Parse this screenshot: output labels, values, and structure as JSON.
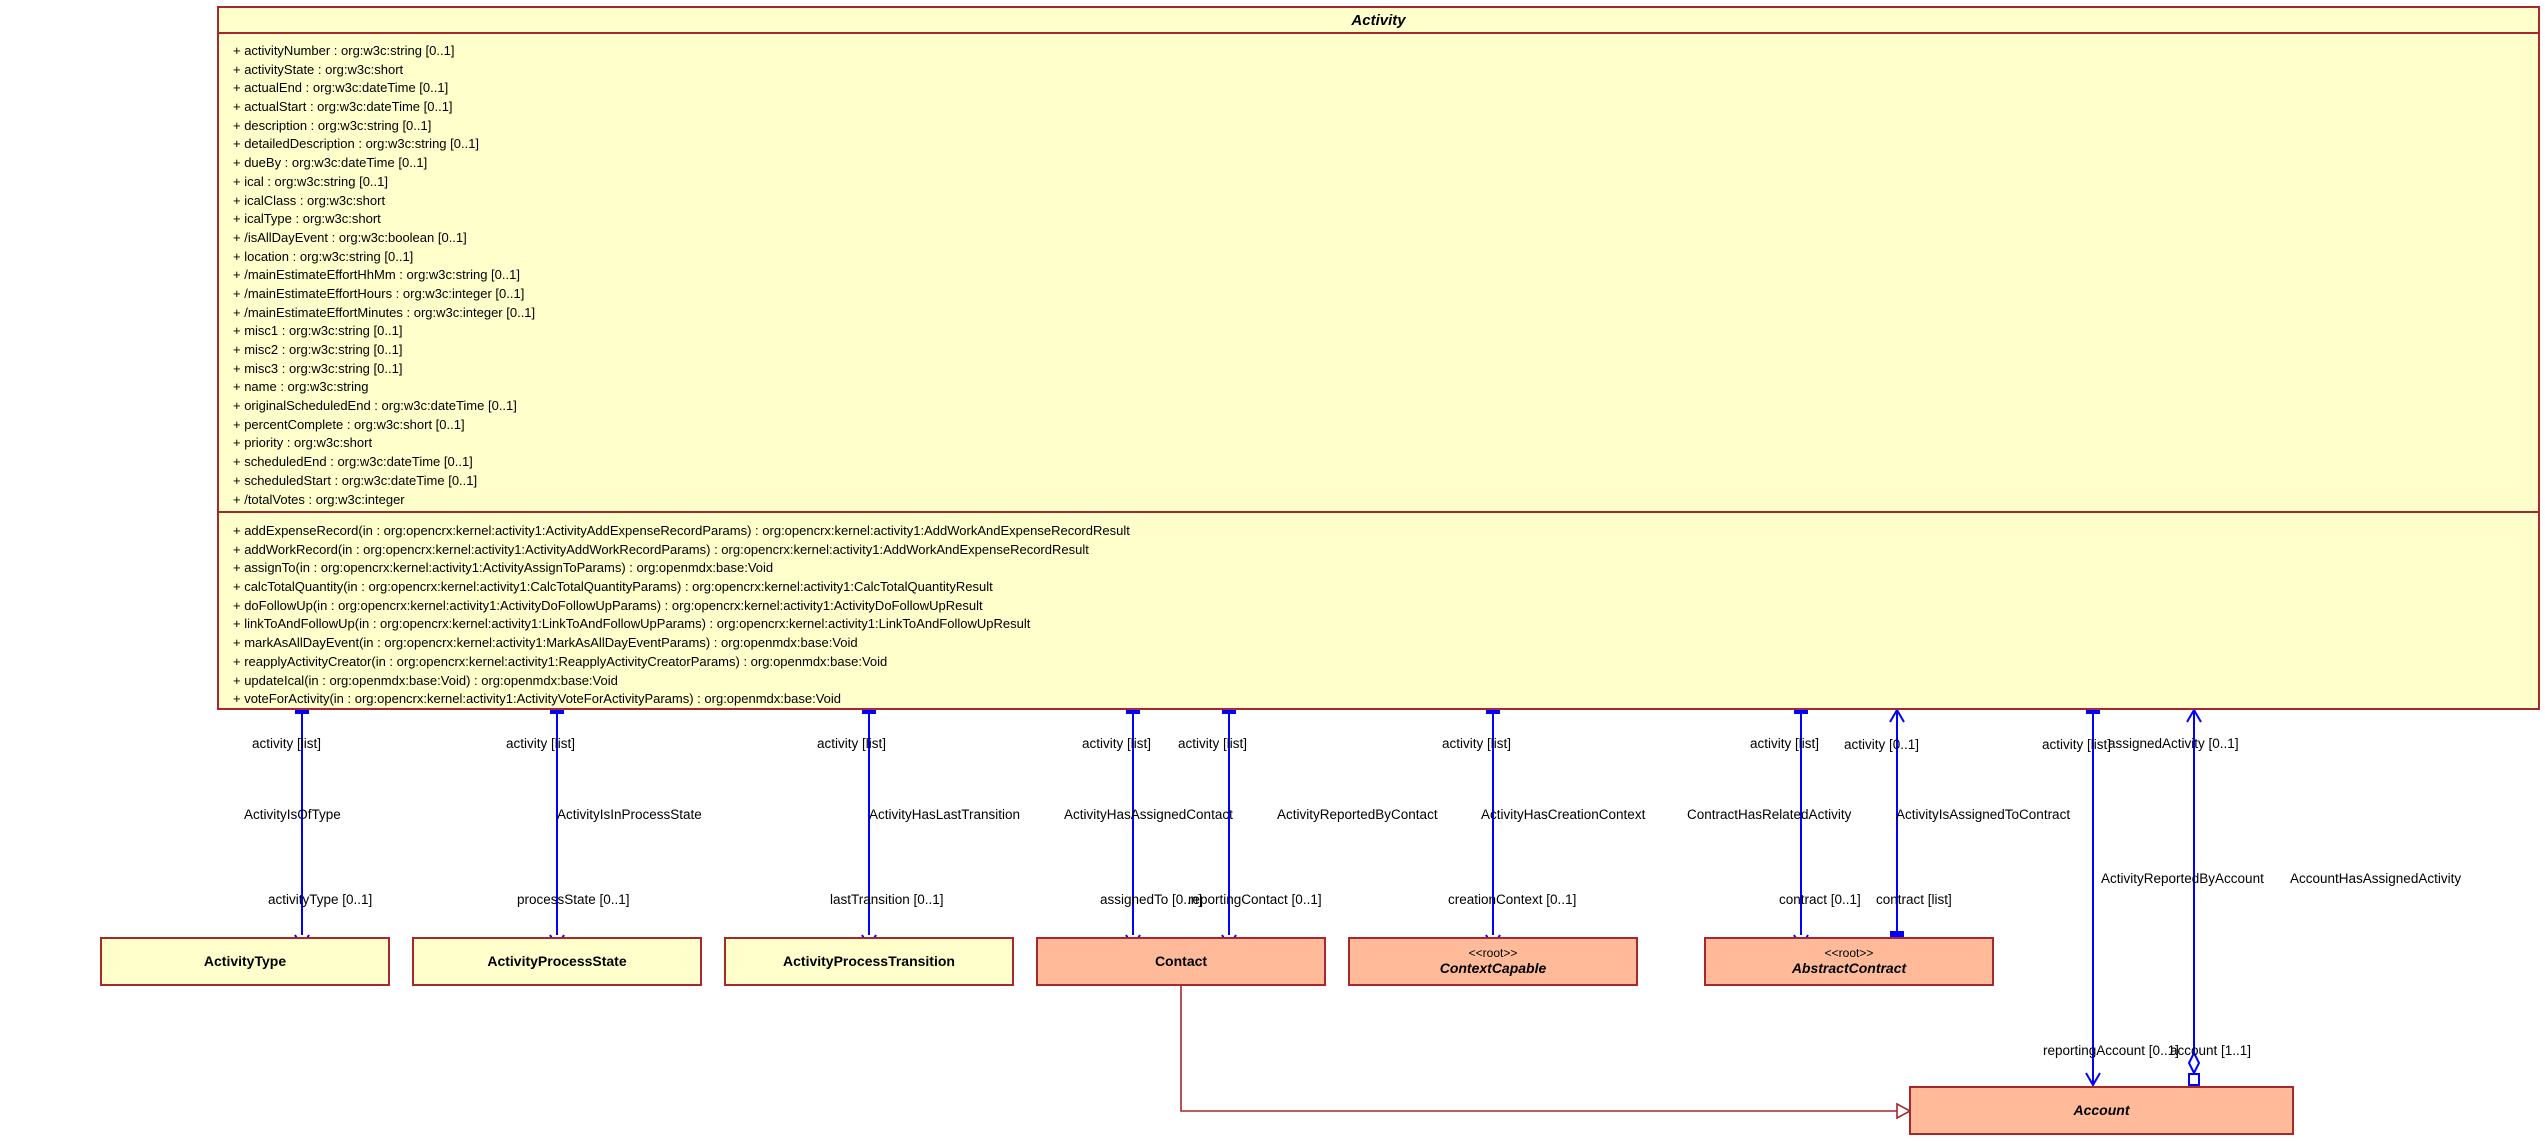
{
  "activity": {
    "name": "Activity",
    "attributes": [
      "+ activityNumber : org:w3c:string [0..1]",
      "+ activityState : org:w3c:short",
      "+ actualEnd : org:w3c:dateTime [0..1]",
      "+ actualStart : org:w3c:dateTime [0..1]",
      "+ description : org:w3c:string [0..1]",
      "+ detailedDescription : org:w3c:string [0..1]",
      "+ dueBy : org:w3c:dateTime [0..1]",
      "+ ical : org:w3c:string [0..1]",
      "+ icalClass : org:w3c:short",
      "+ icalType : org:w3c:short",
      "+ /isAllDayEvent : org:w3c:boolean [0..1]",
      "+ location : org:w3c:string [0..1]",
      "+ /mainEstimateEffortHhMm : org:w3c:string [0..1]",
      "+ /mainEstimateEffortHours : org:w3c:integer [0..1]",
      "+ /mainEstimateEffortMinutes : org:w3c:integer [0..1]",
      "+ misc1 : org:w3c:string [0..1]",
      "+ misc2 : org:w3c:string [0..1]",
      "+ misc3 : org:w3c:string [0..1]",
      "+ name : org:w3c:string",
      "+ originalScheduledEnd : org:w3c:dateTime [0..1]",
      "+ percentComplete : org:w3c:short [0..1]",
      "+ priority : org:w3c:short",
      "+ scheduledEnd : org:w3c:dateTime [0..1]",
      "+ scheduledStart : org:w3c:dateTime [0..1]",
      "+ /totalVotes : org:w3c:integer"
    ],
    "operations": [
      "+ addExpenseRecord(in : org:opencrx:kernel:activity1:ActivityAddExpenseRecordParams) : org:opencrx:kernel:activity1:AddWorkAndExpenseRecordResult",
      "+ addWorkRecord(in : org:opencrx:kernel:activity1:ActivityAddWorkRecordParams) : org:opencrx:kernel:activity1:AddWorkAndExpenseRecordResult",
      "+ assignTo(in : org:opencrx:kernel:activity1:ActivityAssignToParams) : org:openmdx:base:Void",
      "+ calcTotalQuantity(in : org:opencrx:kernel:activity1:CalcTotalQuantityParams) : org:opencrx:kernel:activity1:CalcTotalQuantityResult",
      "+ doFollowUp(in : org:opencrx:kernel:activity1:ActivityDoFollowUpParams) : org:opencrx:kernel:activity1:ActivityDoFollowUpResult",
      "+ linkToAndFollowUp(in : org:opencrx:kernel:activity1:LinkToAndFollowUpParams) : org:opencrx:kernel:activity1:LinkToAndFollowUpResult",
      "+ markAsAllDayEvent(in : org:opencrx:kernel:activity1:MarkAsAllDayEventParams) : org:openmdx:base:Void",
      "+ reapplyActivityCreator(in : org:opencrx:kernel:activity1:ReapplyActivityCreatorParams) : org:openmdx:base:Void",
      "+ updateIcal(in : org:openmdx:base:Void) : org:openmdx:base:Void",
      "+ voteForActivity(in : org:opencrx:kernel:activity1:ActivityVoteForActivityParams) : org:openmdx:base:Void"
    ]
  },
  "classes": {
    "activity_type": {
      "name": "ActivityType"
    },
    "activity_process_state": {
      "name": "ActivityProcessState"
    },
    "activity_process_transition": {
      "name": "ActivityProcessTransition"
    },
    "contact": {
      "name": "Contact"
    },
    "context_capable": {
      "stereotype": "<<root>>",
      "name": "ContextCapable"
    },
    "abstract_contract": {
      "stereotype": "<<root>>",
      "name": "AbstractContract"
    },
    "account": {
      "name": "Account"
    }
  },
  "associations": {
    "is_of_type": {
      "source_role": "activity [list]",
      "name": "ActivityIsOfType",
      "target_role": "activityType [0..1]"
    },
    "in_process_state": {
      "source_role": "activity [list]",
      "name": "ActivityIsInProcessState",
      "target_role": "processState [0..1]"
    },
    "last_transition": {
      "source_role": "activity [list]",
      "name": "ActivityHasLastTransition",
      "target_role": "lastTransition [0..1]"
    },
    "assigned_contact": {
      "source_role": "activity [list]",
      "name": "ActivityHasAssignedContact",
      "target_role": "assignedTo [0..n]"
    },
    "reported_by_contact": {
      "source_role": "activity [list]",
      "name": "ActivityReportedByContact",
      "target_role": "reportingContact [0..1]"
    },
    "creation_context": {
      "source_role": "activity [list]",
      "name": "ActivityHasCreationContext",
      "target_role": "creationContext [0..1]"
    },
    "related_activity": {
      "source_role": "activity [list]",
      "name": "ContractHasRelatedActivity",
      "target_role": "contract [0..1]"
    },
    "assigned_to_contract": {
      "source_role": "activity [0..1]",
      "name": "ActivityIsAssignedToContract",
      "target_role": "contract [list]"
    },
    "reported_by_account": {
      "source_role": "activity [list]",
      "name": "ActivityReportedByAccount",
      "target_role": "reportingAccount [0..1]"
    },
    "account_assigned_activity": {
      "source_role": "assignedActivity [0..1]",
      "name": "AccountHasAssignedActivity",
      "target_role": "account [1..1]"
    }
  },
  "colors": {
    "border": "#a5282c",
    "yellow_fill": "#ffffcc",
    "salmon_fill": "#ffbb99",
    "association_line": "#0000ff"
  }
}
